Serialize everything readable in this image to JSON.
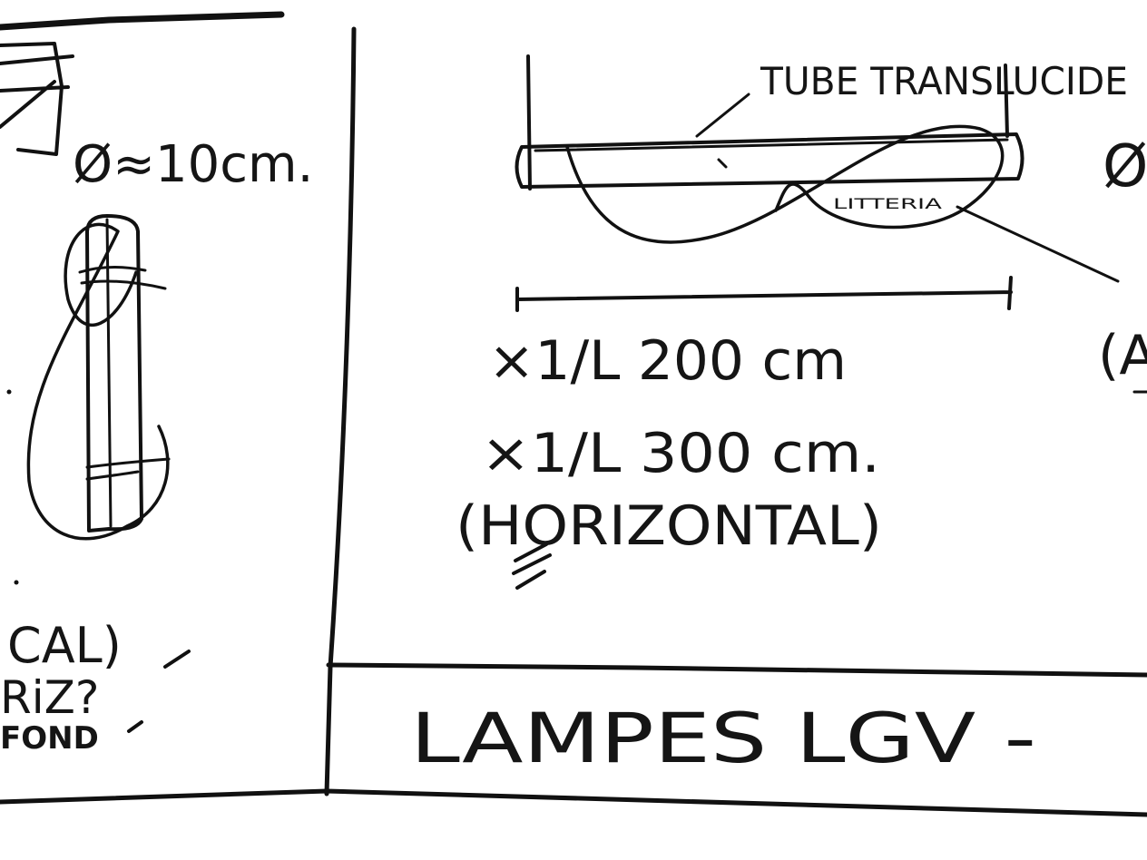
{
  "left_panel": {
    "diameter_note": "Ø≈10cm.",
    "vertical_note": "CAL)",
    "horiz_question": "RiZ?",
    "fond_note": "FOND"
  },
  "right_panel": {
    "tube_label": "TUBE TRANSLUCIDE",
    "cord_label": "LITTERIA",
    "length_1": "×1/L 200 cm",
    "length_2": "×1/L 300 cm.",
    "orientation": "(HORIZONTAL)",
    "cut_diameter": "Ø",
    "cut_paren": "(A"
  },
  "footer": {
    "title": "LAMPES LGV -"
  },
  "colors": {
    "ink": "#111111",
    "paper": "#ffffff"
  }
}
